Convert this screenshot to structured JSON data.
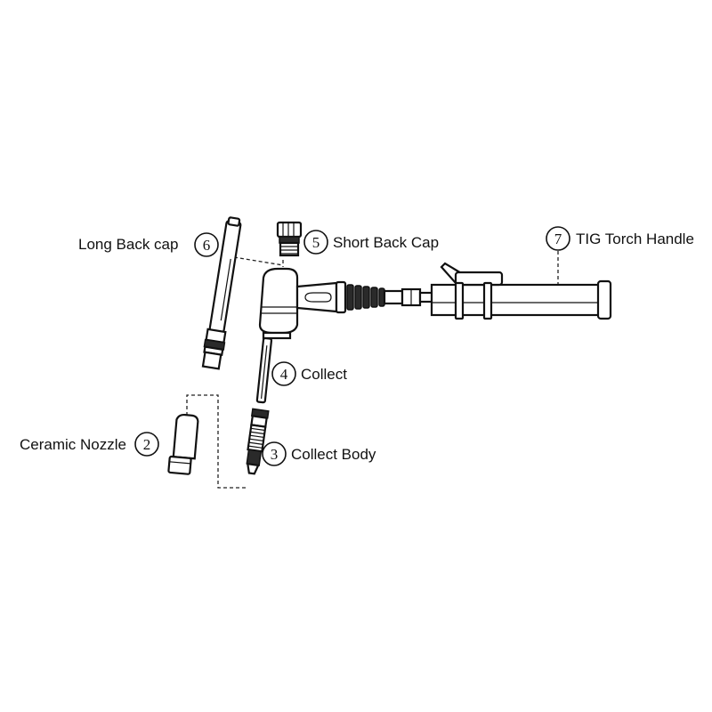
{
  "callouts": {
    "long_back_cap": {
      "label": "Long Back cap",
      "number": "6"
    },
    "short_back_cap": {
      "label": "Short Back Cap",
      "number": "5"
    },
    "tig_torch_handle": {
      "label": "TIG Torch Handle",
      "number": "7"
    },
    "collect": {
      "label": "Collect",
      "number": "4"
    },
    "ceramic_nozzle": {
      "label": "Ceramic Nozzle",
      "number": "2"
    },
    "collect_body": {
      "label": "Collect Body",
      "number": "3"
    }
  },
  "colors": {
    "line": "#111111",
    "background": "#ffffff",
    "fill_dark": "#2a2a2a"
  }
}
